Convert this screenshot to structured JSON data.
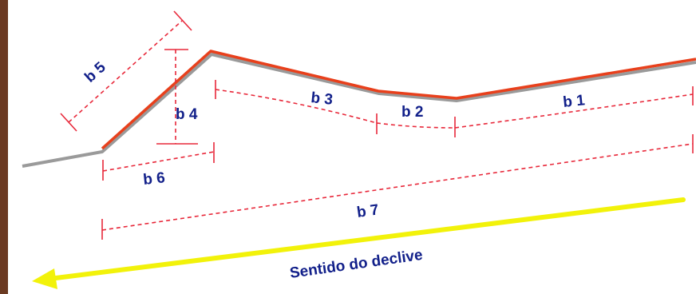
{
  "labels": {
    "b1": "b 1",
    "b2": "b 2",
    "b3": "b 3",
    "b4": "b 4",
    "b5": "b 5",
    "b6": "b 6",
    "b7": "b 7"
  },
  "arrow": {
    "text": "Sentido do declive"
  },
  "colors": {
    "background": "#ffffff",
    "terrain": "#9a9a9a",
    "surface_line": "#e8401c",
    "dimension": "#e8283a",
    "label": "#12208a",
    "arrow": "#f2f20a",
    "left_edge": "#6b3a22"
  }
}
